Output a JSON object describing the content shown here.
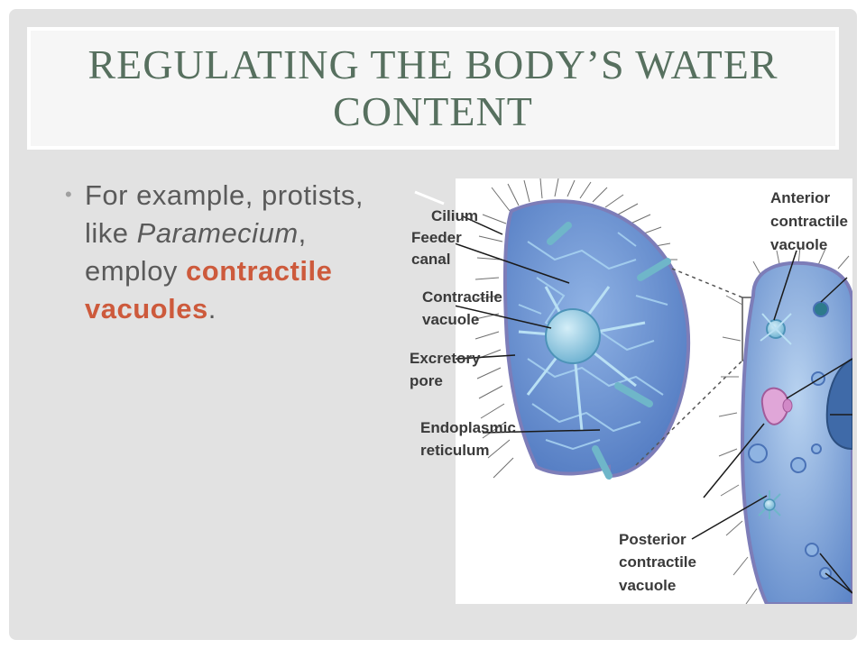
{
  "slide": {
    "title": "REGULATING THE BODY’S WATER CONTENT",
    "bullet": {
      "part1": "For example, protists, like ",
      "part2_italic": "Paramecium",
      "part3": ", employ ",
      "part4_accent": "contractile vacuoles",
      "part5": "."
    }
  },
  "figure": {
    "labels": {
      "cilium": "Cilium",
      "feeder_canal_1": "Feeder",
      "feeder_canal_2": "canal",
      "contractile_vacuole_1": "Contractile",
      "contractile_vacuole_2": "vacuole",
      "excretory_pore_1": "Excretory",
      "excretory_pore_2": "pore",
      "er_1": "Endoplasmic",
      "er_2": "reticulum",
      "anterior_1": "Anterior",
      "anterior_2": "contractile",
      "anterior_3": "vacuole",
      "posterior_1": "Posterior",
      "posterior_2": "contractile",
      "posterior_3": "vacuole"
    }
  },
  "colors": {
    "title": "#57705f",
    "accent": "#cd5a3c",
    "cell_fill": "#6a90cf",
    "vacuole": "#9ed0e6"
  }
}
